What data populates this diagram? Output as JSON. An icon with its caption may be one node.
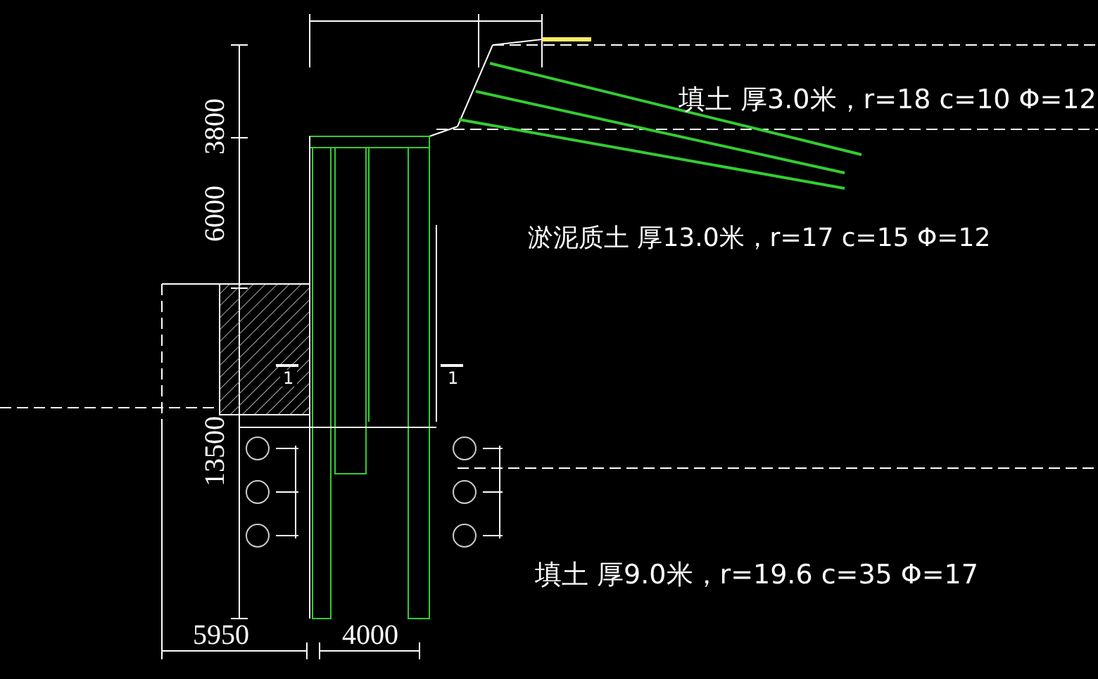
{
  "diagram": {
    "labels": [
      "3800",
      "6000",
      "13500",
      "5950",
      "4000",
      "填土 厚3.0米，r=18 c=10 Φ=12",
      "淤泥质土 厚13.0米，r=17 c=15 Φ=12",
      "填土 厚9.0米，r=19.6 c=35 Φ=17",
      "1",
      "1"
    ]
  }
}
